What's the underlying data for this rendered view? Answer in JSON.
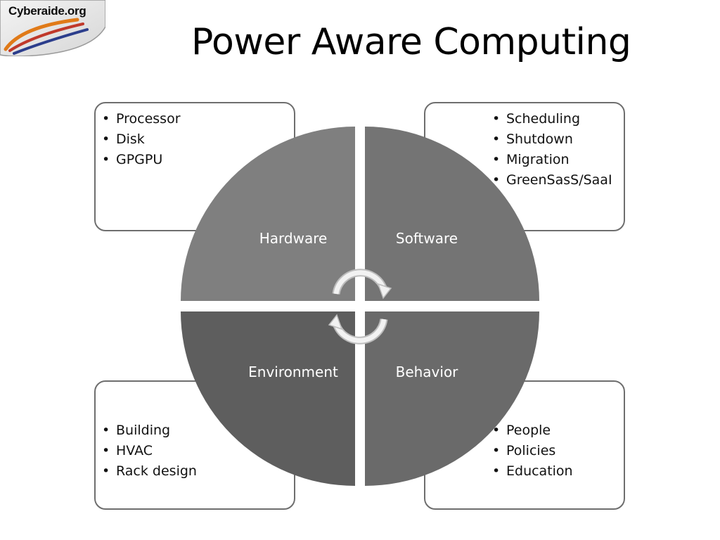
{
  "logo": {
    "text": "Cyberaide.org"
  },
  "title": "Power Aware Computing",
  "diagram": {
    "quadrants": [
      {
        "label": "Hardware",
        "color": "#7f7f7f",
        "items": [
          "Processor",
          "Disk",
          "GPGPU"
        ]
      },
      {
        "label": "Software",
        "color": "#747474",
        "items": [
          "Scheduling",
          "Shutdown",
          "Migration",
          "GreenSasS/SaaI"
        ]
      },
      {
        "label": "Environment",
        "color": "#5e5e5e",
        "items": [
          "Building",
          "HVAC",
          "Rack design"
        ]
      },
      {
        "label": "Behavior",
        "color": "#6a6a6a",
        "items": [
          "People",
          "Policies",
          "Education"
        ]
      }
    ],
    "bullet_char": "•",
    "box_border_color": "#6e6e6e",
    "cycle_arrows_icon": "circular-arrows-icon"
  }
}
